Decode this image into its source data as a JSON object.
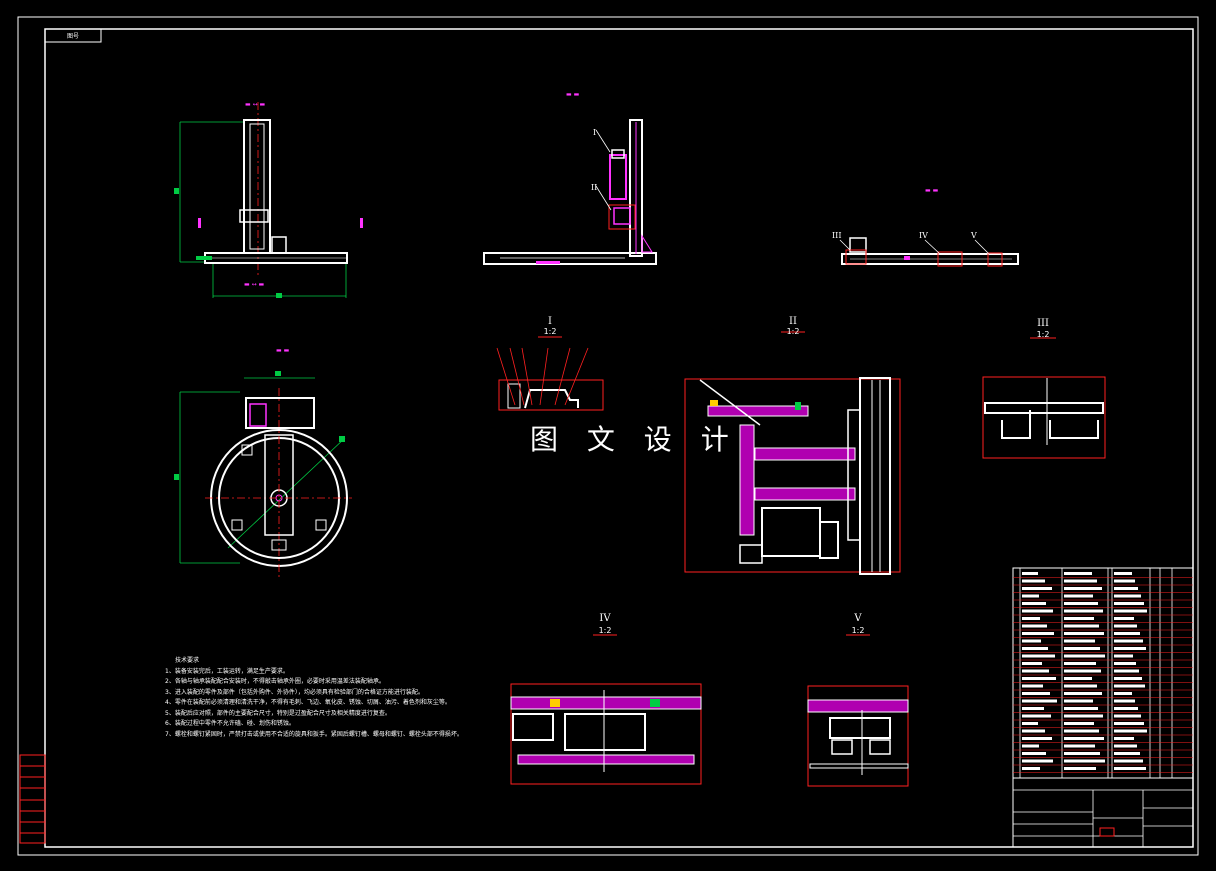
{
  "drawing": {
    "corner_tag": "图号",
    "watermark": "图 文 设 计"
  },
  "colors": {
    "frame": "#ffffff",
    "detail_box": "#ff2020",
    "dimension": "#00cc44",
    "section": "#ff33ff",
    "hatch": "#b000b0",
    "background": "#000000"
  },
  "details": [
    {
      "roman": "I",
      "scale": "1:2"
    },
    {
      "roman": "II",
      "scale": "1:2"
    },
    {
      "roman": "III",
      "scale": "1:2"
    },
    {
      "roman": "IV",
      "scale": "1:2"
    },
    {
      "roman": "V",
      "scale": "1:2"
    }
  ],
  "view_callouts": {
    "main_view": [
      "I",
      "II"
    ],
    "bottom_view": [
      "III",
      "IV",
      "V"
    ]
  },
  "tech_requirements": {
    "title": "技术要求",
    "lines": [
      "1、装备安装完后，工装运转，满足生产要求。",
      "2、各轴与轴承装配配合安装时，不得敲击轴承外圈，必要时采用温差法装配轴承。",
      "3、进入装配的零件及部件（包括外购件、外协件），均必须具有检验部门的合格证方能进行装配。",
      "4、零件在装配前必须清理和清洗干净，不得有毛刺、飞边、氧化皮、锈蚀、切屑、油污、着色剂和灰尘等。",
      "5、装配后应对照，部件的主要配合尺寸，特别是过盈配合尺寸及相关精度进行复查。",
      "6、装配过程中零件不允许磕、碰、划伤和锈蚀。",
      "7、螺栓和螺钉紧固时，严禁打击或使用不合适的旋具和扳手。紧固后螺钉槽、螺母和螺钉、螺栓头部不得损坏。"
    ]
  }
}
